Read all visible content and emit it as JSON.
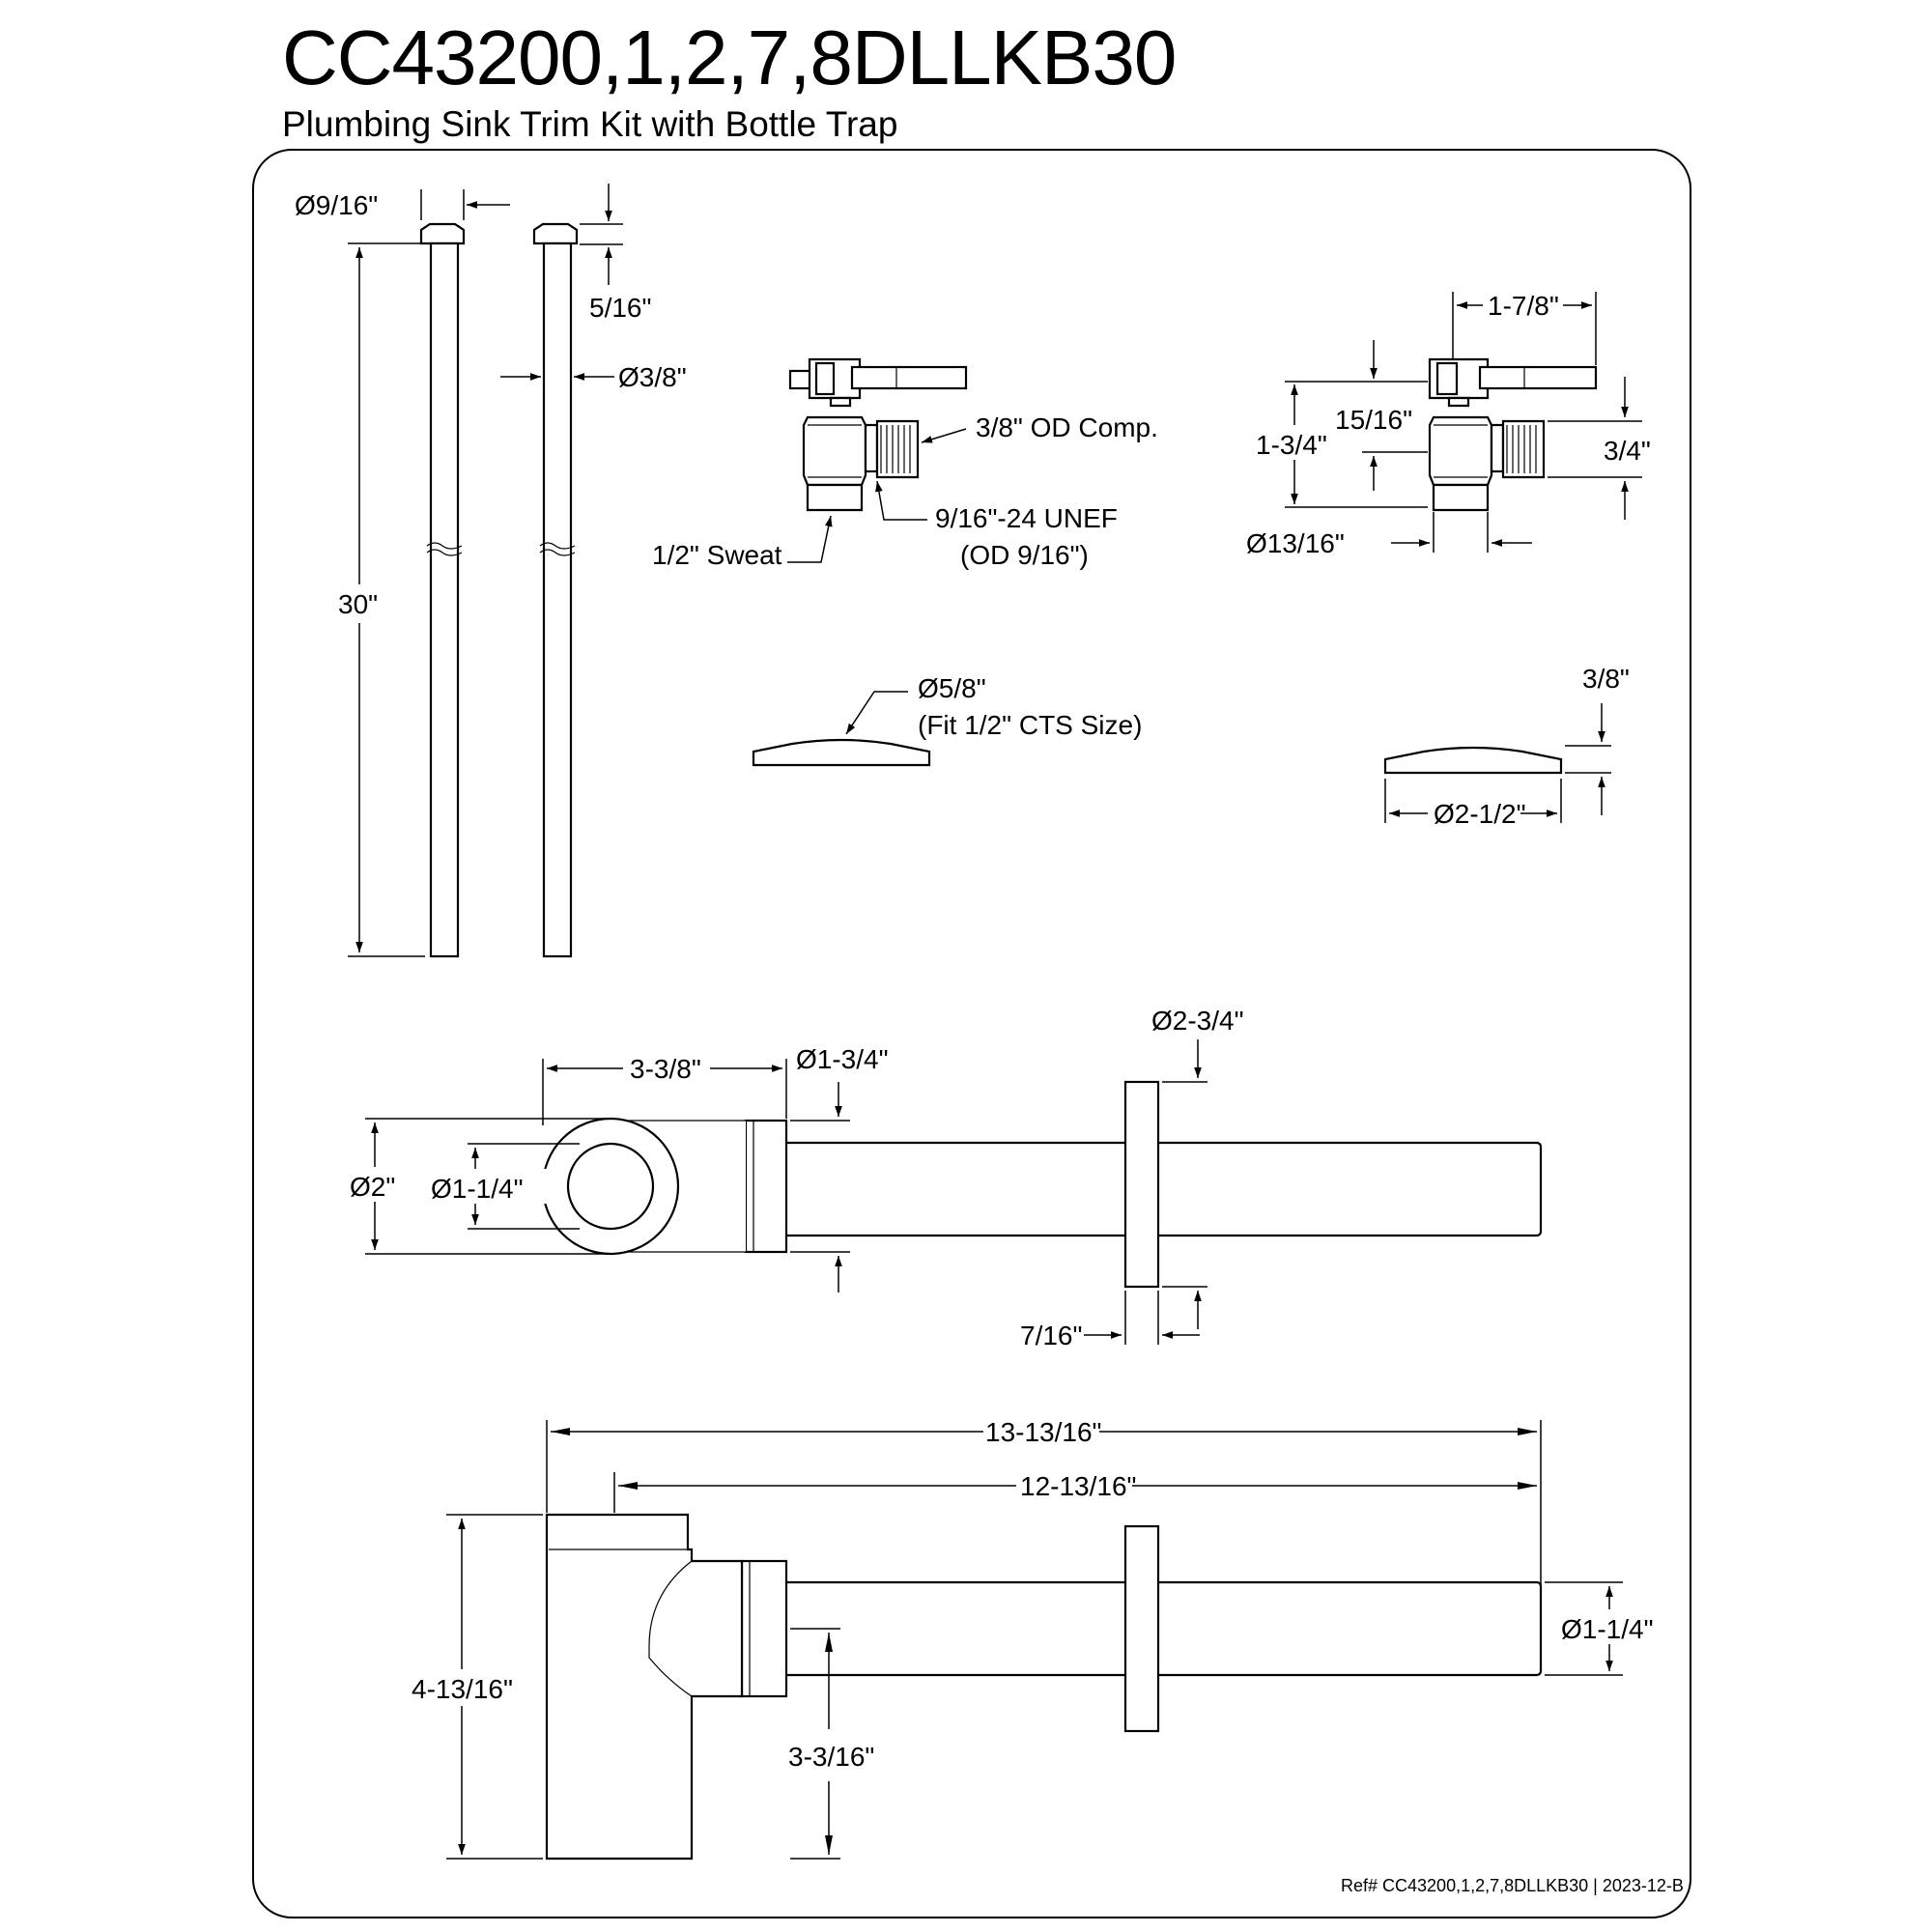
{
  "title": "CC43200,1,2,7,8DLLKB30",
  "subtitle": "Plumbing Sink Trim Kit with Bottle Trap",
  "supply_tubes": {
    "outer_diameter": "Ø9/16\"",
    "cap_height": "5/16\"",
    "tube_diameter": "Ø3/8\"",
    "length": "30\""
  },
  "angle_stop_front": {
    "outlet": "3/8\" OD Comp.",
    "thread_line1": "9/16\"-24 UNEF",
    "thread_line2": "(OD 9/16\")",
    "inlet": "1/2\" Sweat"
  },
  "angle_stop_side": {
    "width": "1-7/8\"",
    "height_upper": "15/16\"",
    "height_total": "1-3/4\"",
    "outlet_height": "3/4\"",
    "body_diameter": "Ø13/16\""
  },
  "flange_left": {
    "hole": "Ø5/8\"",
    "fit": "(Fit 1/2\" CTS Size)"
  },
  "flange_right": {
    "height": "3/8\"",
    "diameter": "Ø2-1/2\""
  },
  "trap_top": {
    "length": "3-3/8\"",
    "nut_diameter": "Ø1-3/4\"",
    "flange_diameter": "Ø2-3/4\"",
    "body_diameter": "Ø2\"",
    "inner_diameter": "Ø1-1/4\"",
    "flange_thickness": "7/16\""
  },
  "trap_side": {
    "overall_length": "13-13/16\"",
    "arm_length": "12-13/16\"",
    "height": "4-13/16\"",
    "outlet_diameter": "Ø1-1/4\"",
    "outlet_height": "3-3/16\""
  },
  "ref_note": "Ref# CC43200,1,2,7,8DLLKB30 | 2023-12-B"
}
